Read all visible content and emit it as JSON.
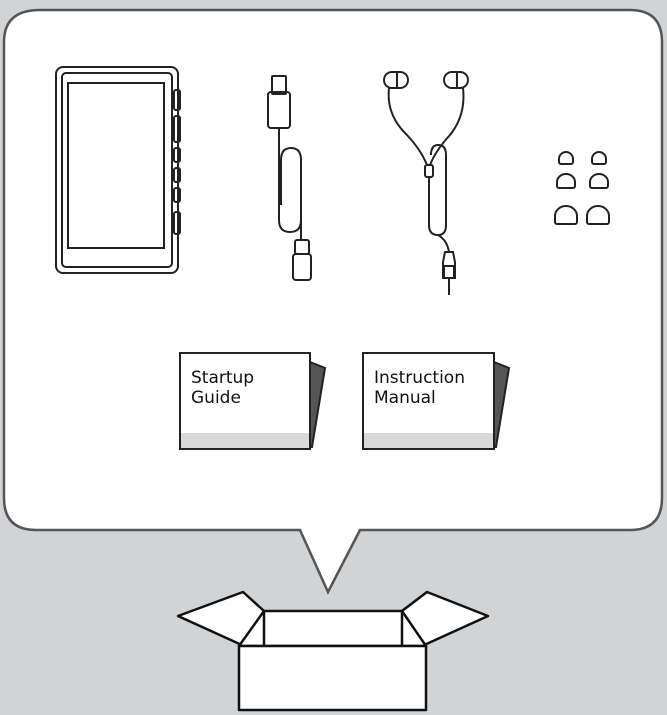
{
  "manuals": [
    {
      "id": "startup",
      "lines": "Startup\nGuide"
    },
    {
      "id": "instruction",
      "lines": "Instruction\nManual"
    }
  ],
  "earbud_tip_pairs": 3
}
